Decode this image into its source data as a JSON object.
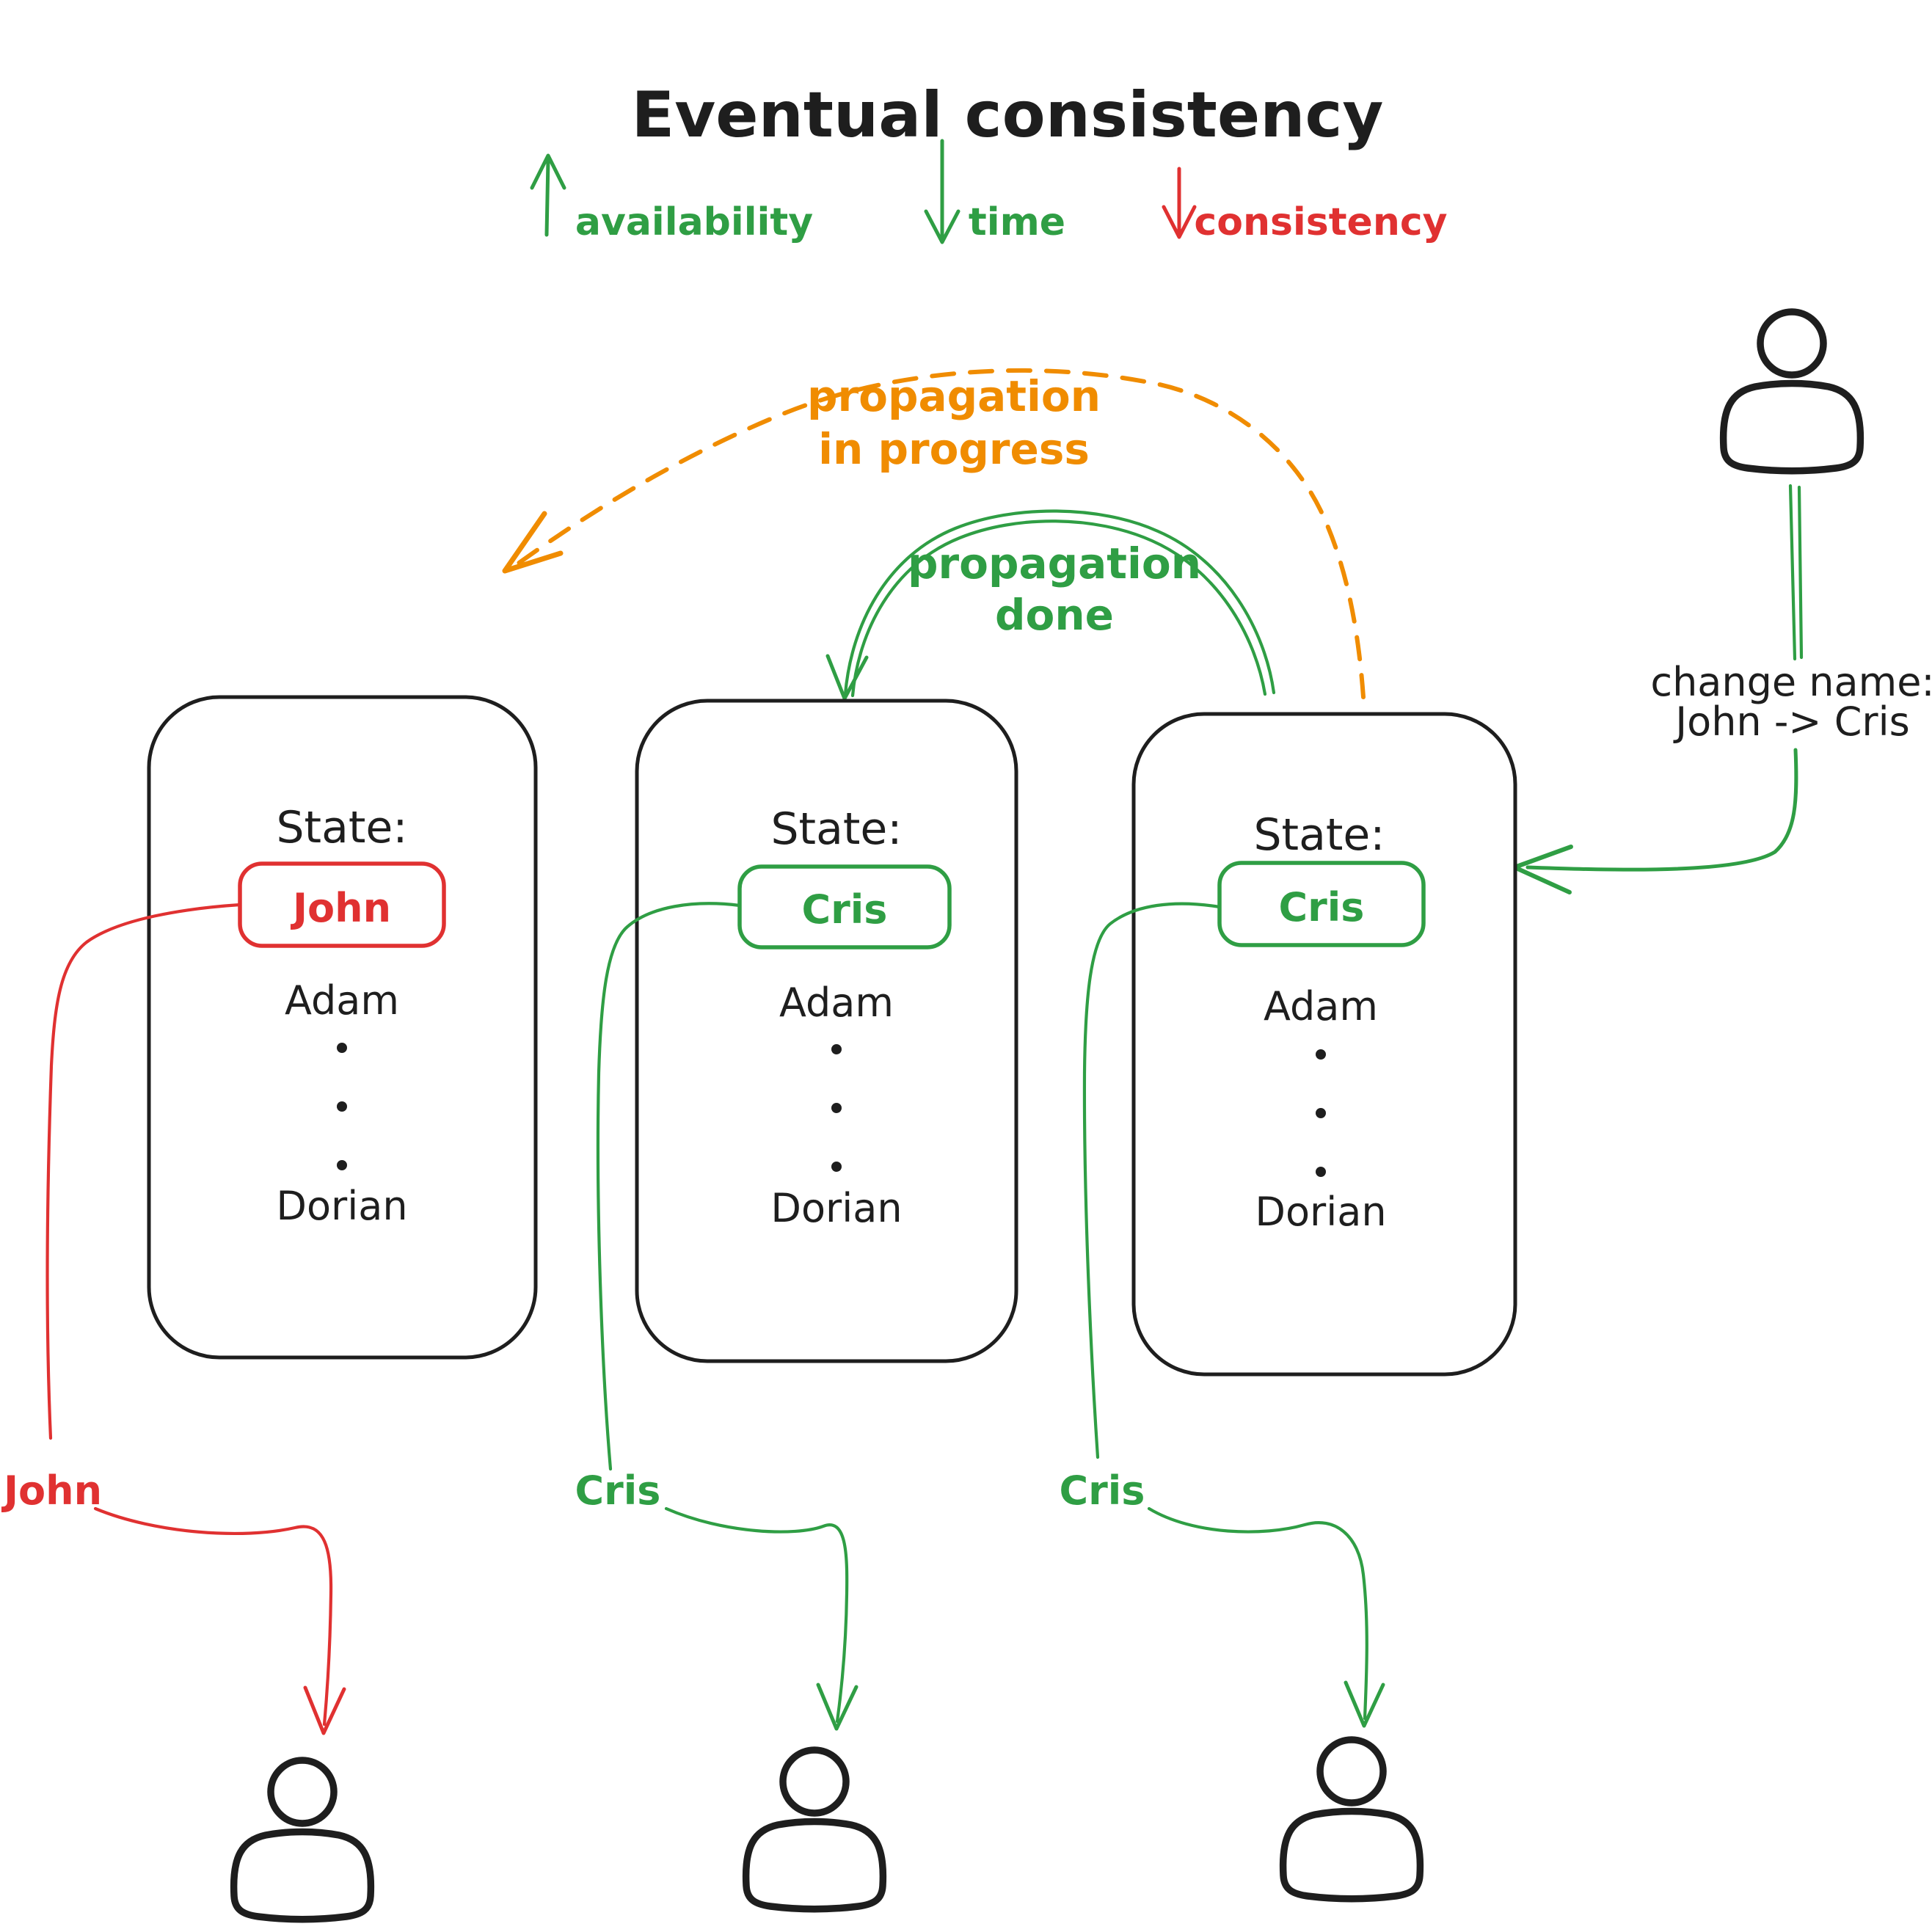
{
  "title": "Eventual consistency",
  "colors": {
    "ink": "#1e1e1e",
    "green": "#2f9e44",
    "red": "#e03131",
    "orange": "#f08c00",
    "background": "#ffffff"
  },
  "legend": {
    "availability": {
      "label": "availability",
      "direction": "up",
      "color": "#2f9e44"
    },
    "time": {
      "label": "time",
      "direction": "down",
      "color": "#2f9e44"
    },
    "consistency": {
      "label": "consistency",
      "direction": "down",
      "color": "#e03131"
    }
  },
  "annotations": {
    "propagation_in_progress": {
      "line1": "propagation",
      "line2": "in progress",
      "color": "#f08c00",
      "line_style": "dashed"
    },
    "propagation_done": {
      "line1": "propagation",
      "line2": "done",
      "color": "#2f9e44",
      "line_style": "solid"
    },
    "change_name": {
      "line1": "change name:",
      "line2": "John -> Cris",
      "color": "#1e1e1e",
      "arrow_color": "#2f9e44"
    }
  },
  "nodes": [
    {
      "id": "replica-1",
      "state_label": "State:",
      "highlighted_name": "John",
      "highlight_color": "#e03131",
      "second_name": "Adam",
      "ellipsis": "...",
      "last_name": "Dorian"
    },
    {
      "id": "replica-2",
      "state_label": "State:",
      "highlighted_name": "Cris",
      "highlight_color": "#2f9e44",
      "second_name": "Adam",
      "ellipsis": "...",
      "last_name": "Dorian"
    },
    {
      "id": "replica-3",
      "state_label": "State:",
      "highlighted_name": "Cris",
      "highlight_color": "#2f9e44",
      "second_name": "Adam",
      "ellipsis": "...",
      "last_name": "Dorian"
    }
  ],
  "readers": [
    {
      "label": "John",
      "color": "#e03131"
    },
    {
      "label": "Cris",
      "color": "#2f9e44"
    },
    {
      "label": "Cris",
      "color": "#2f9e44"
    }
  ]
}
